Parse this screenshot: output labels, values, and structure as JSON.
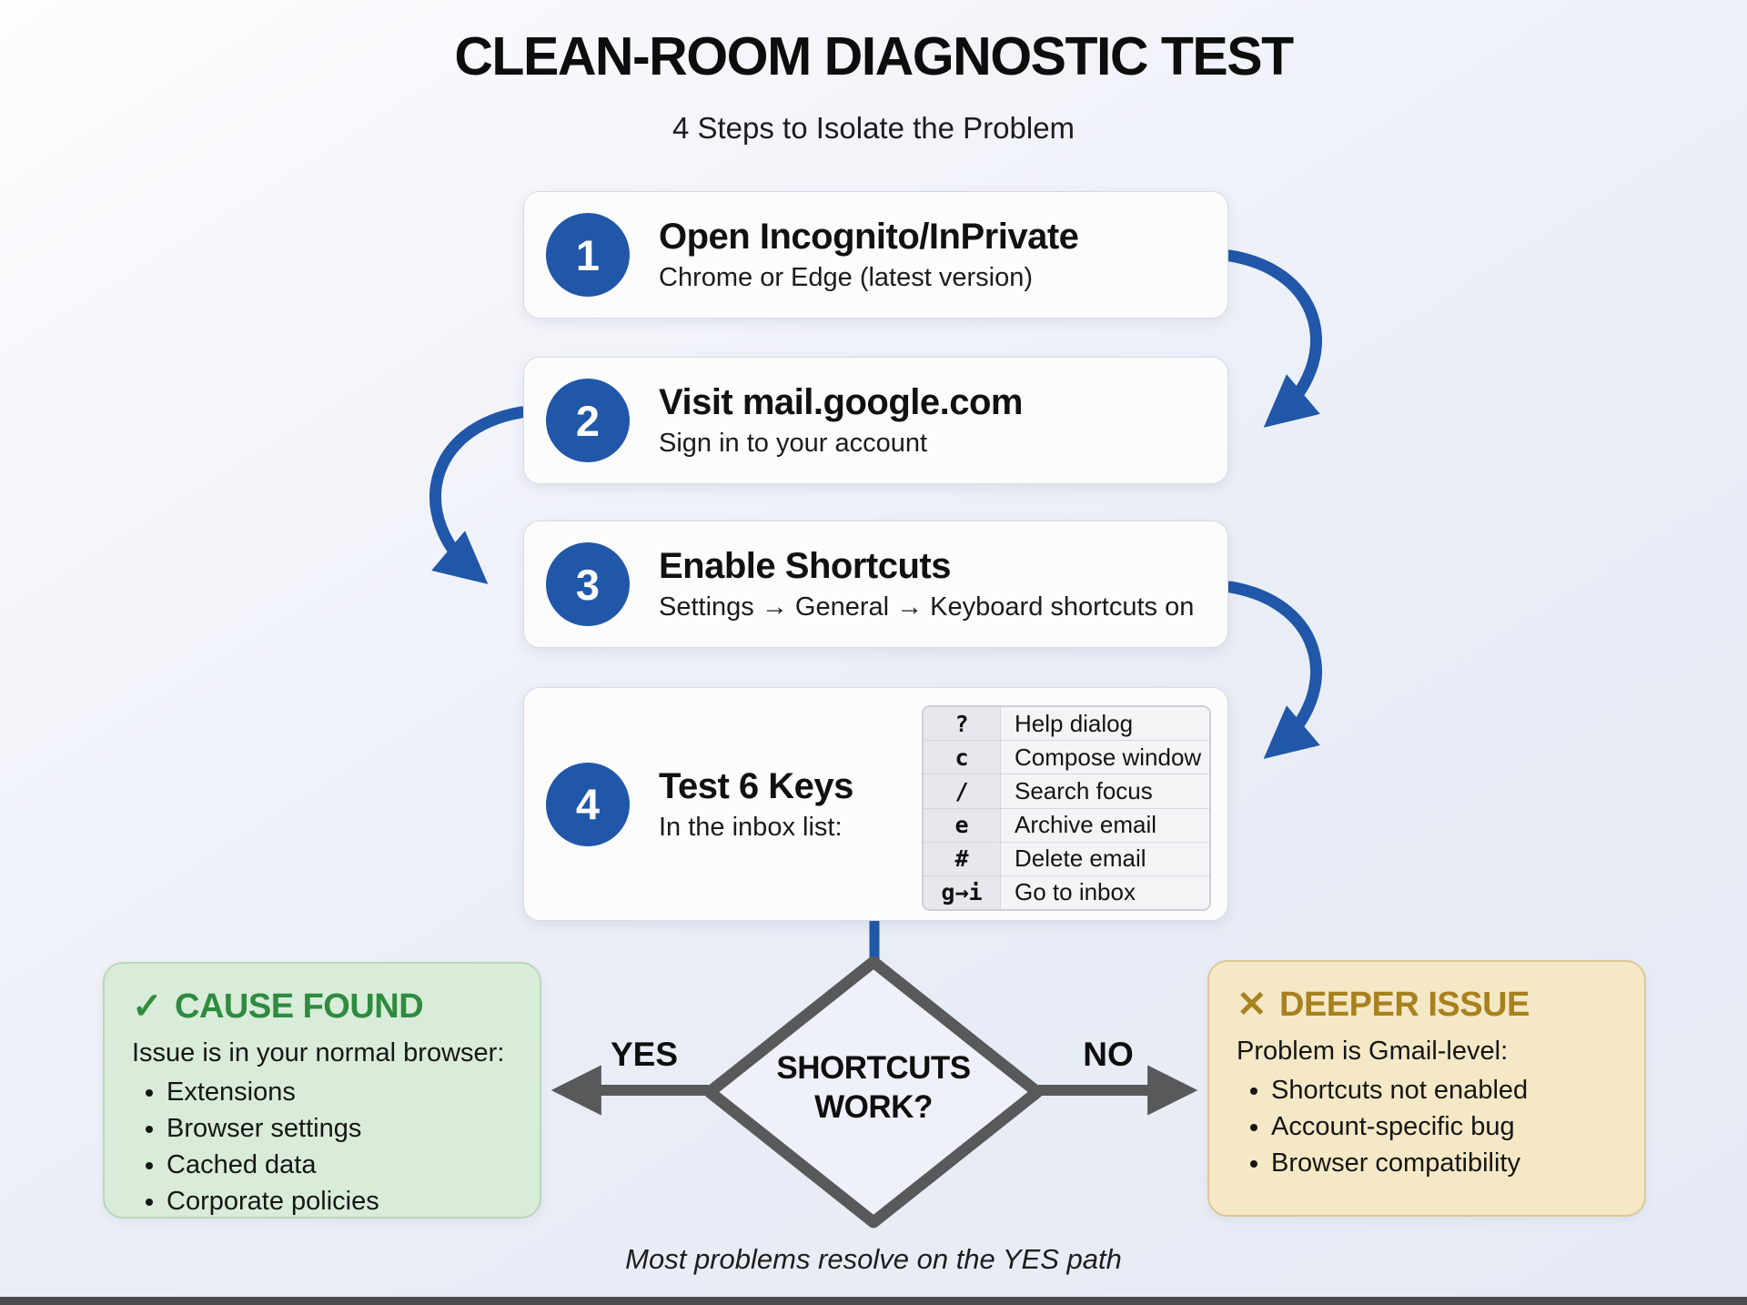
{
  "title": "CLEAN-ROOM DIAGNOSTIC TEST",
  "subtitle": "4 Steps to Isolate the Problem",
  "steps": [
    {
      "num": "1",
      "title": "Open Incognito/InPrivate",
      "desc": "Chrome or Edge (latest version)"
    },
    {
      "num": "2",
      "title": "Visit mail.google.com",
      "desc": "Sign in to your account"
    },
    {
      "num": "3",
      "title": "Enable Shortcuts",
      "desc": "Settings → General → Keyboard shortcuts on"
    },
    {
      "num": "4",
      "title": "Test 6 Keys",
      "desc": "In the inbox list:"
    }
  ],
  "key_table": [
    {
      "key": "?",
      "action": "Help dialog"
    },
    {
      "key": "c",
      "action": "Compose window"
    },
    {
      "key": "/",
      "action": "Search focus"
    },
    {
      "key": "e",
      "action": "Archive email"
    },
    {
      "key": "#",
      "action": "Delete email"
    },
    {
      "key": "g→i",
      "action": "Go to inbox"
    }
  ],
  "decision": {
    "line1": "SHORTCUTS",
    "line2": "WORK?",
    "yes_label": "YES",
    "no_label": "NO"
  },
  "yes_box": {
    "icon": "✓",
    "title": "CAUSE FOUND",
    "lead": "Issue is in your normal browser:",
    "bullets": [
      "Extensions",
      "Browser settings",
      "Cached data",
      "Corporate policies"
    ]
  },
  "no_box": {
    "icon": "✕",
    "title": "DEEPER ISSUE",
    "lead": "Problem is Gmail-level:",
    "bullets": [
      "Shortcuts not enabled",
      "Account-specific bug",
      "Browser compatibility"
    ]
  },
  "footer": "Most problems resolve on the YES path",
  "colors": {
    "accent_blue": "#2057a8",
    "arrow_gray": "#59595b",
    "green_title": "#2e8b3f",
    "green_bg": "#d9ecd9",
    "gold_title": "#a8811f",
    "tan_bg": "#f5e8c6"
  }
}
